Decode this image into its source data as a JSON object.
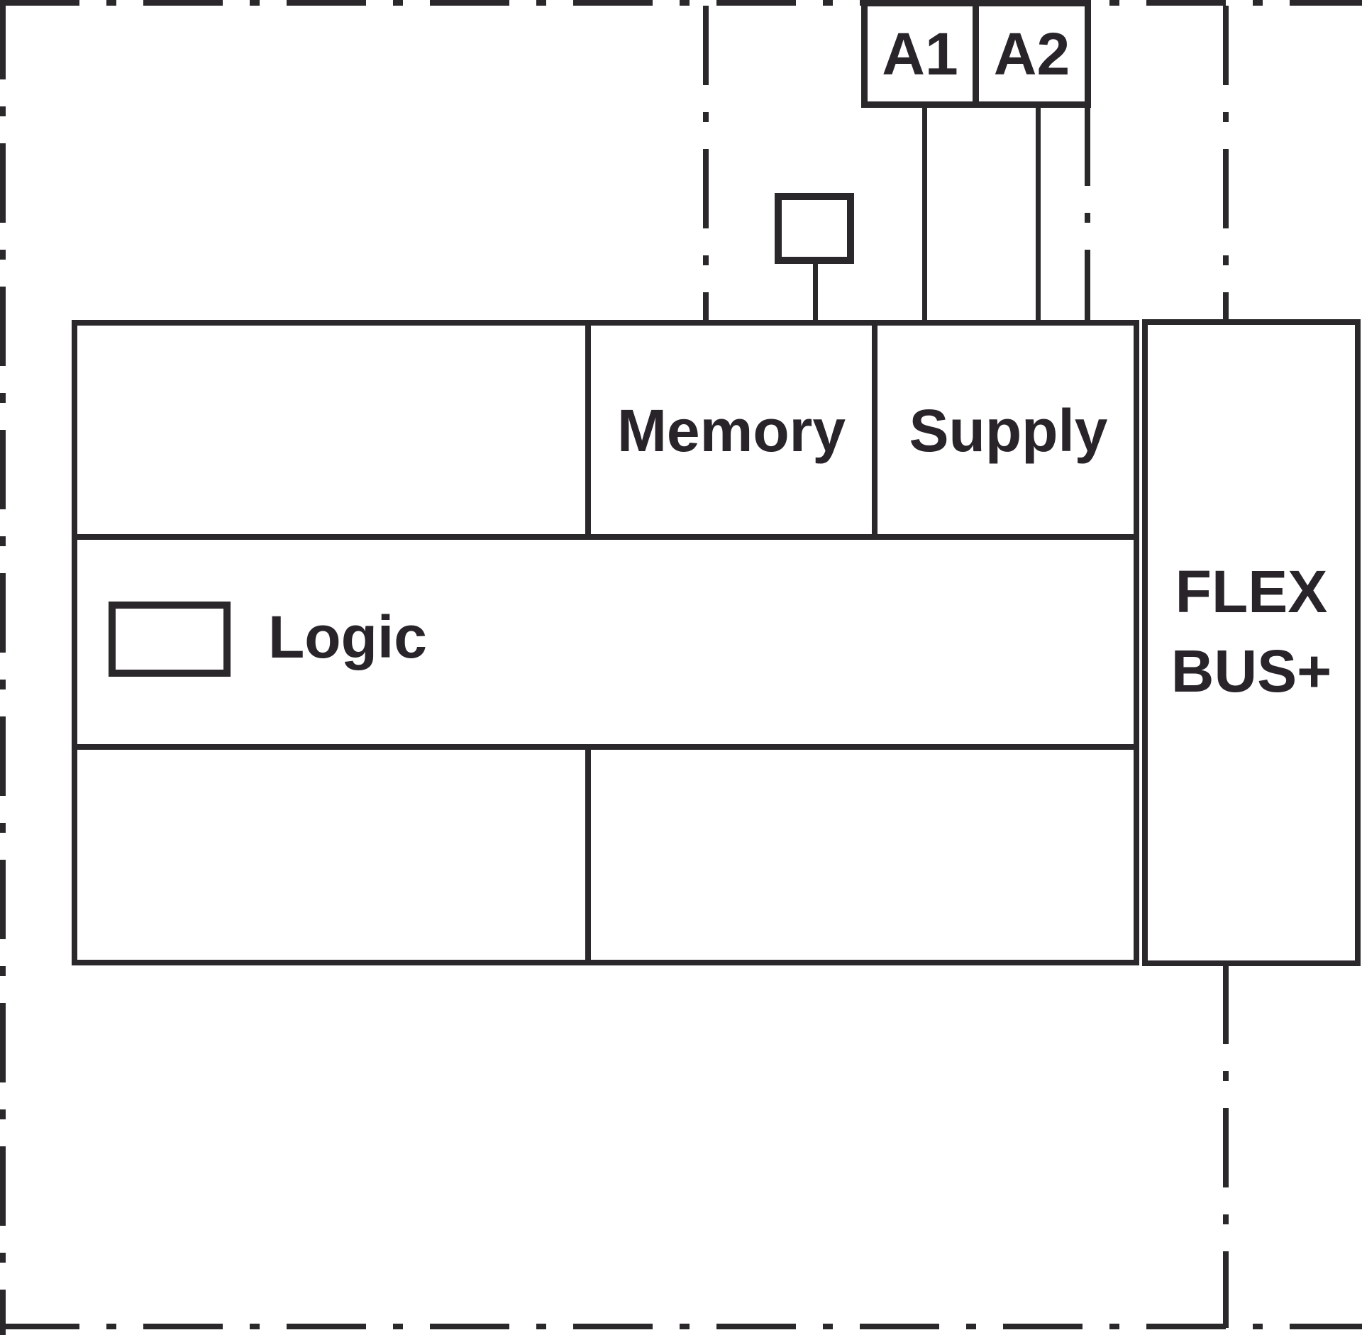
{
  "terminals": {
    "a1": "A1",
    "a2": "A2"
  },
  "blocks": {
    "memory": "Memory",
    "supply": "Supply",
    "logic": "Logic",
    "flex_bus_line1": "FLEX",
    "flex_bus_line2": "BUS+"
  },
  "colors": {
    "line": "#2b282b",
    "text": "#28242a",
    "background": "#ffffff"
  }
}
